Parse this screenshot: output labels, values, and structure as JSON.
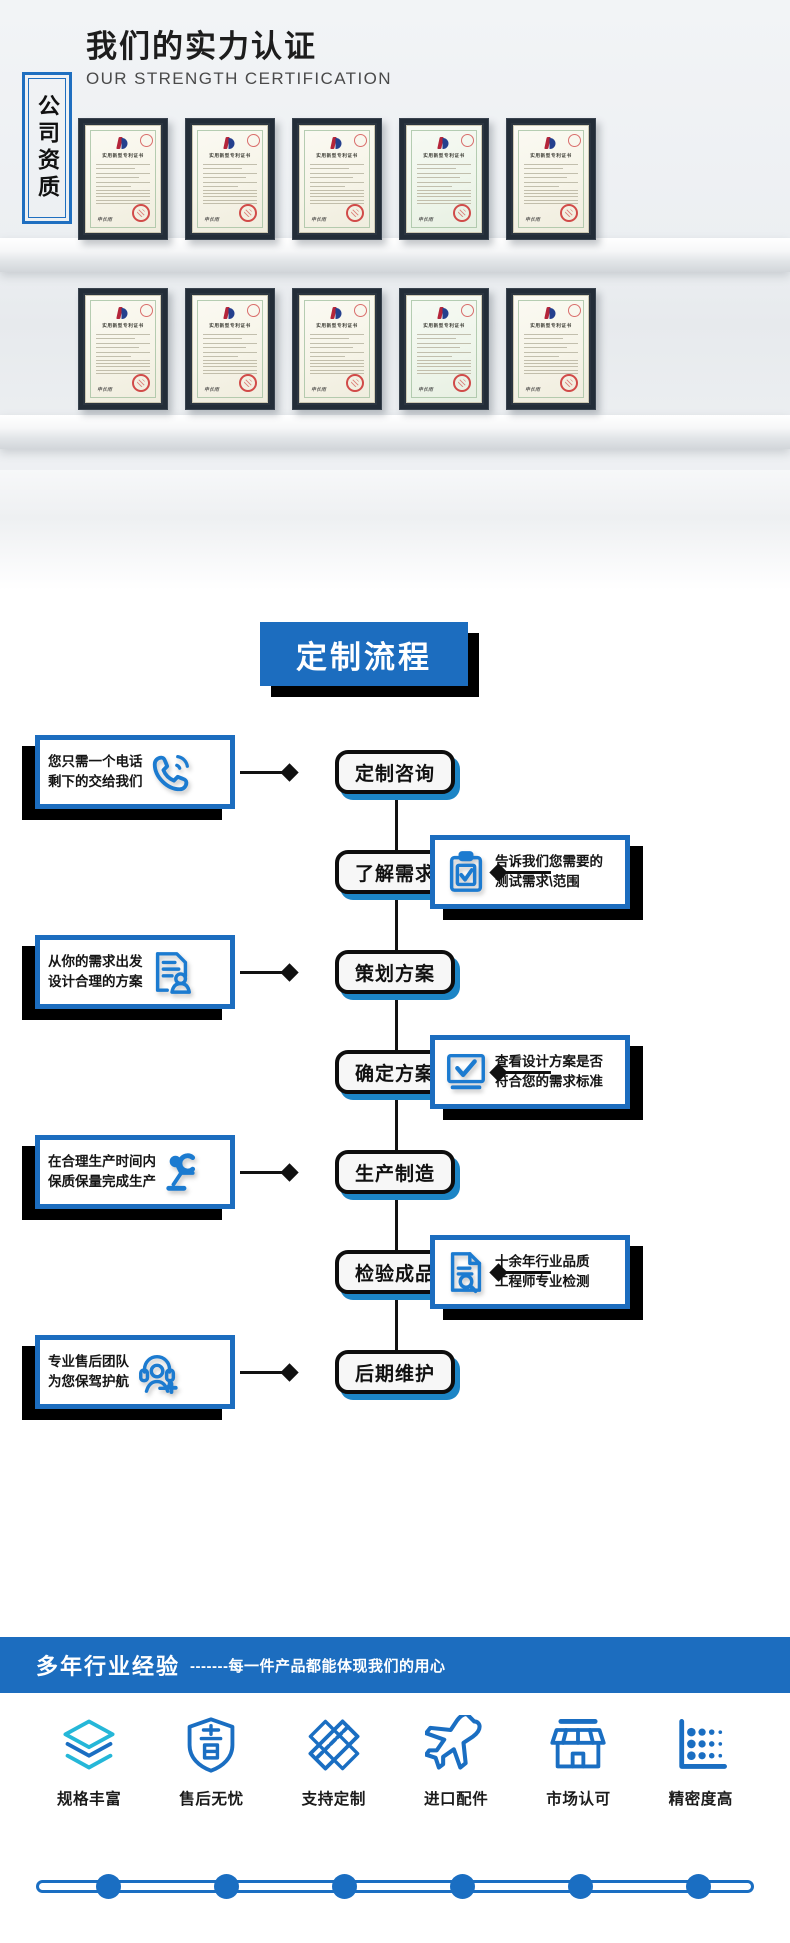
{
  "certification": {
    "badge_text": "公司资质",
    "title_cn": "我们的实力认证",
    "title_en": "OUR STRENGTH CERTIFICATION",
    "certificate_heading": "实用新型专利证书",
    "certificate_signature": "申长雨",
    "frames_row_1": 5,
    "frames_row_2": 5
  },
  "process": {
    "title": "定制流程",
    "steps": [
      {
        "node": "定制咨询",
        "card_text": "您只需一个电话\n剩下的交给我们",
        "icon": "phone-call-icon",
        "side": "left"
      },
      {
        "node": "了解需求",
        "card_text": "告诉我们您需要的\n测试需求\\范围",
        "icon": "clipboard-check-icon",
        "side": "right"
      },
      {
        "node": "策划方案",
        "card_text": "从你的需求出发\n设计合理的方案",
        "icon": "document-person-icon",
        "side": "left"
      },
      {
        "node": "确定方案",
        "card_text": "查看设计方案是否\n符合您的需求标准",
        "icon": "monitor-check-icon",
        "side": "right"
      },
      {
        "node": "生产制造",
        "card_text": "在合理生产时间内\n保质保量完成生产",
        "icon": "robot-arm-icon",
        "side": "left"
      },
      {
        "node": "检验成品",
        "card_text": "十余年行业品质\n工程师专业检测",
        "icon": "document-search-icon",
        "side": "right"
      },
      {
        "node": "后期维护",
        "card_text": "专业售后团队\n为您保驾护航",
        "icon": "headset-support-icon",
        "side": "left"
      }
    ]
  },
  "experience": {
    "title": "多年行业经验",
    "subtitle": "-------每一件产品都能体现我们的用心"
  },
  "features": [
    {
      "label": "规格丰富",
      "icon": "layers-icon"
    },
    {
      "label": "售后无忧",
      "icon": "shield-after-sale-icon"
    },
    {
      "label": "支持定制",
      "icon": "ruler-pencil-icon"
    },
    {
      "label": "进口配件",
      "icon": "airplane-icon"
    },
    {
      "label": "市场认可",
      "icon": "storefront-icon"
    },
    {
      "label": "精密度高",
      "icon": "precision-chart-icon"
    }
  ],
  "colors": {
    "brand_blue": "#1c6dbf",
    "accent_cyan": "#1c9fd0",
    "ink": "#111111"
  }
}
